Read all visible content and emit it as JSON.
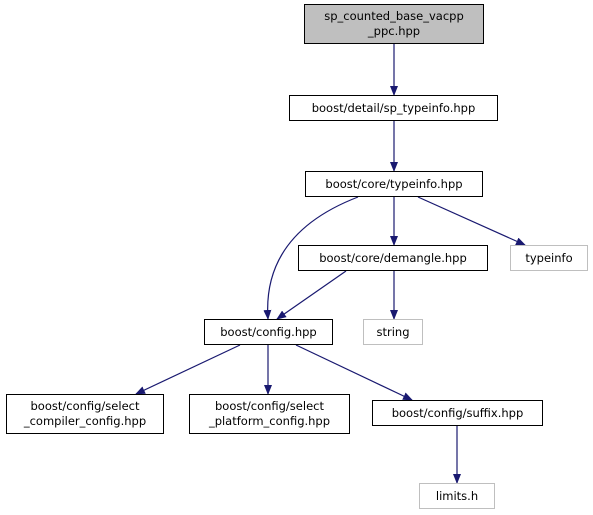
{
  "diagram": {
    "nodes": [
      {
        "id": "root",
        "lines": [
          "sp_counted_base_vacpp",
          "_ppc.hpp"
        ],
        "kind": "root"
      },
      {
        "id": "sp_typeinfo",
        "lines": [
          "boost/detail/sp_typeinfo.hpp"
        ],
        "kind": "normal"
      },
      {
        "id": "core_typeinfo",
        "lines": [
          "boost/core/typeinfo.hpp"
        ],
        "kind": "normal"
      },
      {
        "id": "demangle",
        "lines": [
          "boost/core/demangle.hpp"
        ],
        "kind": "normal"
      },
      {
        "id": "typeinfo",
        "lines": [
          "typeinfo"
        ],
        "kind": "external"
      },
      {
        "id": "config",
        "lines": [
          "boost/config.hpp"
        ],
        "kind": "normal"
      },
      {
        "id": "string",
        "lines": [
          "string"
        ],
        "kind": "external"
      },
      {
        "id": "select_compiler",
        "lines": [
          "boost/config/select",
          "_compiler_config.hpp"
        ],
        "kind": "normal"
      },
      {
        "id": "select_platform",
        "lines": [
          "boost/config/select",
          "_platform_config.hpp"
        ],
        "kind": "normal"
      },
      {
        "id": "suffix",
        "lines": [
          "boost/config/suffix.hpp"
        ],
        "kind": "normal"
      },
      {
        "id": "limits",
        "lines": [
          "limits.h"
        ],
        "kind": "external"
      }
    ],
    "edges": [
      {
        "from": "root",
        "to": "sp_typeinfo"
      },
      {
        "from": "sp_typeinfo",
        "to": "core_typeinfo"
      },
      {
        "from": "core_typeinfo",
        "to": "demangle"
      },
      {
        "from": "core_typeinfo",
        "to": "typeinfo"
      },
      {
        "from": "core_typeinfo",
        "to": "config"
      },
      {
        "from": "demangle",
        "to": "config"
      },
      {
        "from": "demangle",
        "to": "string"
      },
      {
        "from": "config",
        "to": "select_compiler"
      },
      {
        "from": "config",
        "to": "select_platform"
      },
      {
        "from": "config",
        "to": "suffix"
      },
      {
        "from": "suffix",
        "to": "limits"
      }
    ],
    "colors": {
      "edge": "#191970",
      "root_fill": "#bfbfbf",
      "node_border": "#000000",
      "external_border": "#bfbfbf"
    }
  }
}
